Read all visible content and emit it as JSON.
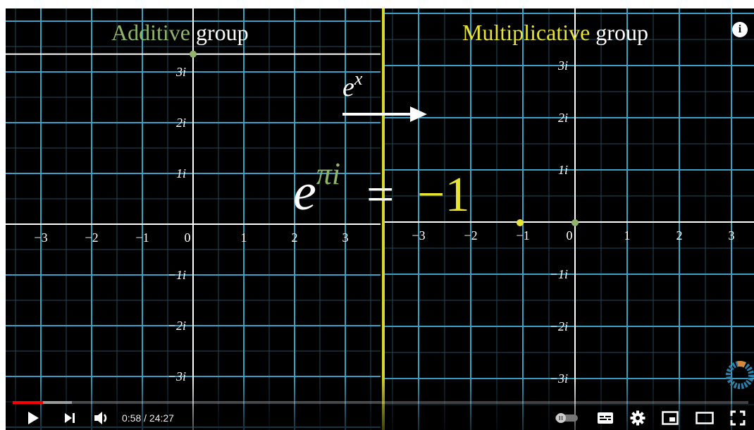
{
  "titles": {
    "left_accent": "Additive",
    "left_rest": " group",
    "right_accent": "Multiplicative",
    "right_rest": " group"
  },
  "info_label": "i",
  "mapping_label_base": "e",
  "mapping_label_exponent": "x",
  "equation": {
    "base": "e",
    "exponent": "πi",
    "equals": "=",
    "rhs": "−1"
  },
  "axes": {
    "real_ticks": [
      "−3",
      "−2",
      "−1",
      "0",
      "1",
      "2",
      "3"
    ],
    "imag_ticks": [
      "3i",
      "2i",
      "1i",
      "−1i",
      "−2i",
      "−3i"
    ]
  },
  "points": {
    "additive_point": {
      "re": 0,
      "im": 3.35
    },
    "multiplicative_point_yellow": {
      "re": -1,
      "im": 0
    },
    "multiplicative_point_green": {
      "re": 0,
      "im": 0
    }
  },
  "player": {
    "current_time": "0:58",
    "duration": "24:27",
    "time_separator": " / ",
    "progress_played_fraction": 0.041,
    "progress_loaded_fraction": 0.08,
    "icons": [
      "play-icon",
      "next-icon",
      "volume-icon",
      "autoplay-toggle-icon",
      "subtitles-icon",
      "settings-icon",
      "miniplayer-icon",
      "theater-mode-icon",
      "fullscreen-icon"
    ]
  },
  "colors": {
    "grid_blue": "#3aa0c8",
    "grid_faint": "#1f4a5c",
    "axis_white": "#ffffff",
    "divider_yellow": "#d8d830",
    "accent_green": "#8fb56a",
    "accent_yellow": "#e8e233",
    "progress_red": "#ff0000"
  }
}
